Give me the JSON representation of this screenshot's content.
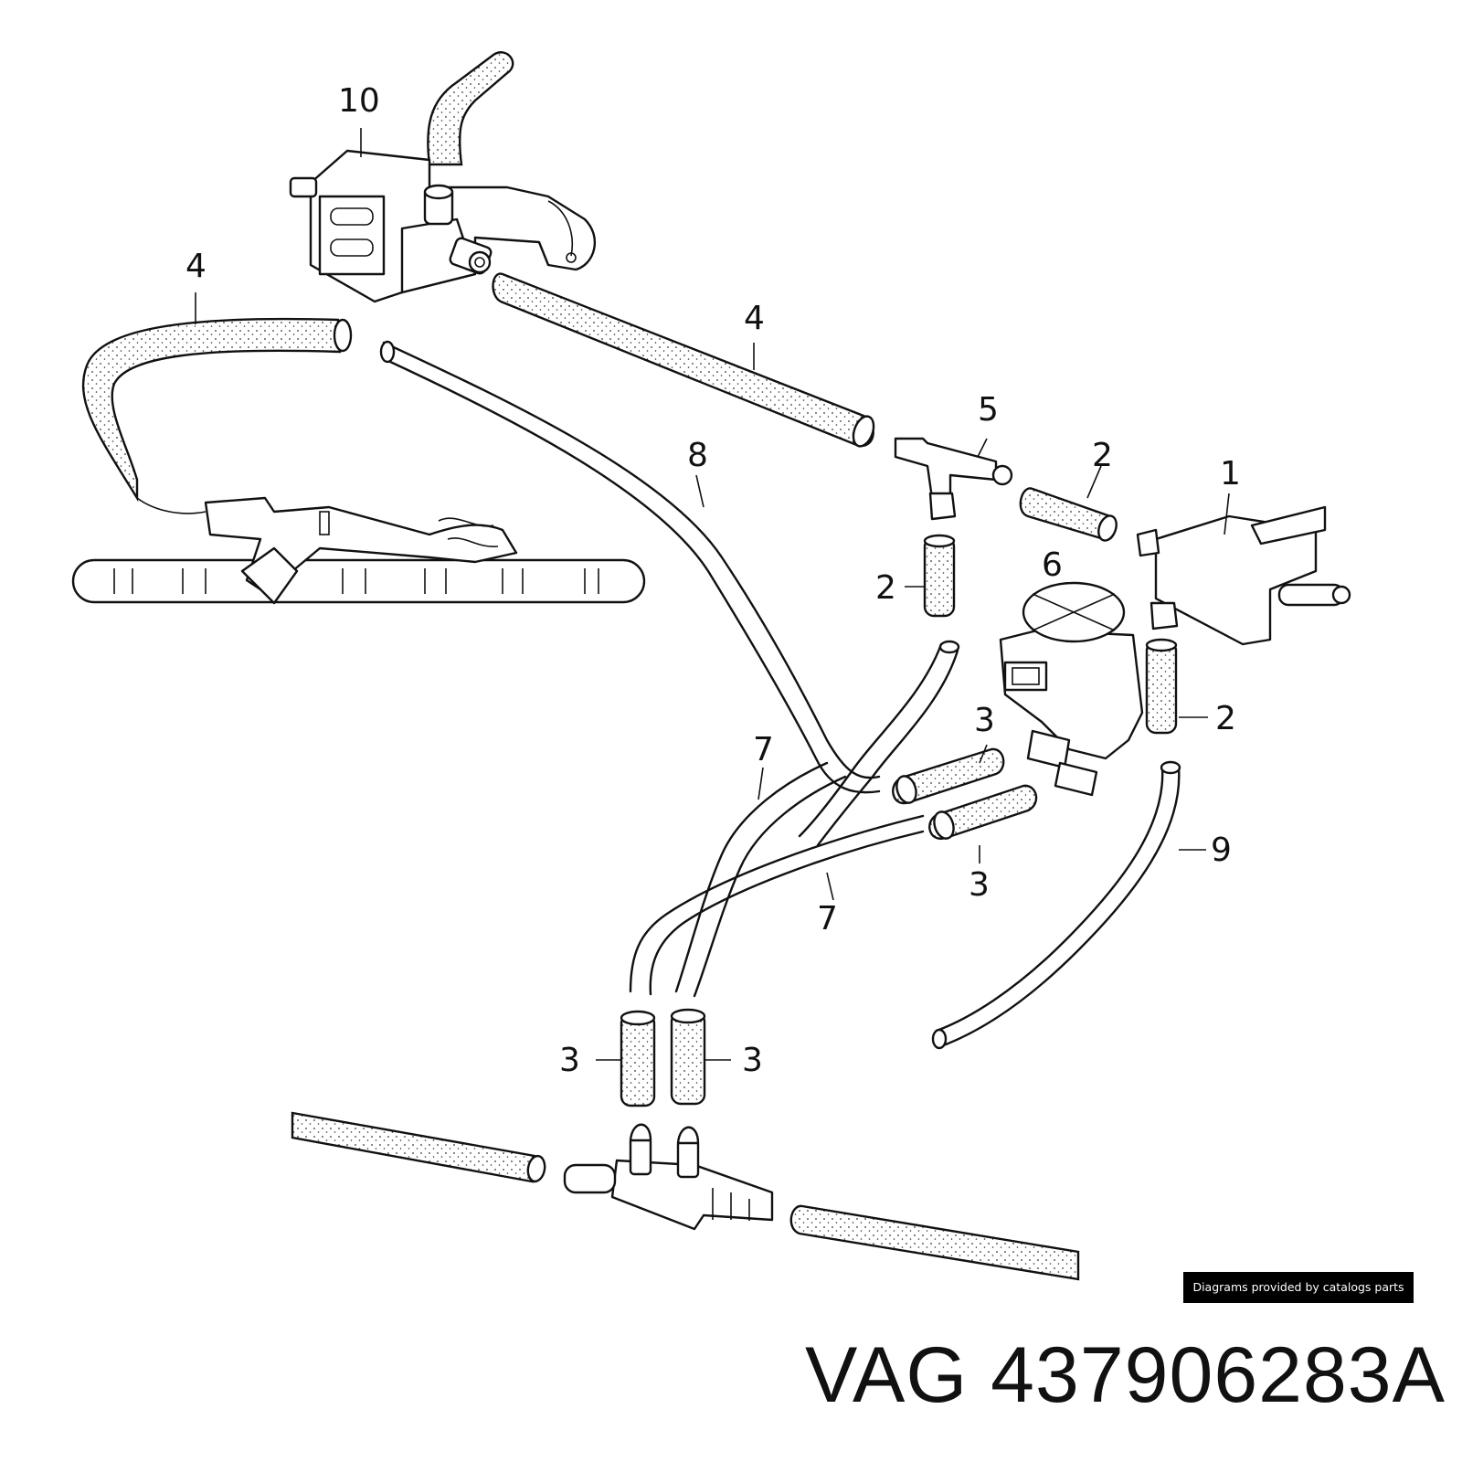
{
  "diagram": {
    "callouts": [
      {
        "id": "c10",
        "text": "10"
      },
      {
        "id": "c4a",
        "text": "4"
      },
      {
        "id": "c4b",
        "text": "4"
      },
      {
        "id": "c5",
        "text": "5"
      },
      {
        "id": "c2a",
        "text": "2"
      },
      {
        "id": "c1",
        "text": "1"
      },
      {
        "id": "c8",
        "text": "8"
      },
      {
        "id": "c6",
        "text": "6"
      },
      {
        "id": "c2b",
        "text": "2"
      },
      {
        "id": "c2c",
        "text": "2"
      },
      {
        "id": "c3a",
        "text": "3"
      },
      {
        "id": "c7a",
        "text": "7"
      },
      {
        "id": "c9",
        "text": "9"
      },
      {
        "id": "c3b",
        "text": "3"
      },
      {
        "id": "c7b",
        "text": "7"
      },
      {
        "id": "c3c",
        "text": "3"
      },
      {
        "id": "c3d",
        "text": "3"
      }
    ]
  },
  "credit": "Diagrams provided by catalogs parts",
  "part_number": "VAG 437906283A"
}
